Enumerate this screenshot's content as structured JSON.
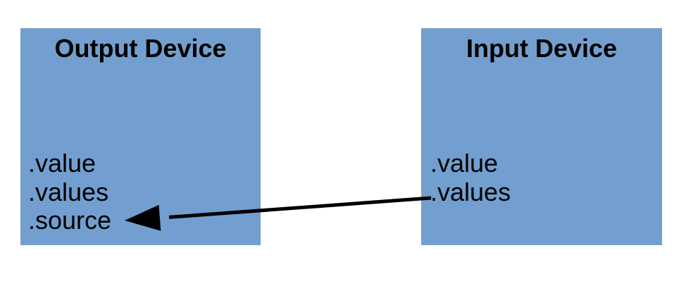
{
  "canvas": {
    "background_color": "#ffffff"
  },
  "boxes": [
    {
      "id": "output-device",
      "title": "Output Device",
      "properties": [
        ".value",
        ".values",
        ".source"
      ],
      "fill": "#729fcf",
      "text_color": "#000000"
    },
    {
      "id": "input-device",
      "title": "Input Device",
      "properties": [
        ".value",
        ".values"
      ],
      "fill": "#729fcf",
      "text_color": "#000000"
    }
  ],
  "arrow": {
    "color": "#000000",
    "from_box": "Input Device",
    "from_property": ".values",
    "to_box": "Output Device",
    "to_property": ".source"
  }
}
